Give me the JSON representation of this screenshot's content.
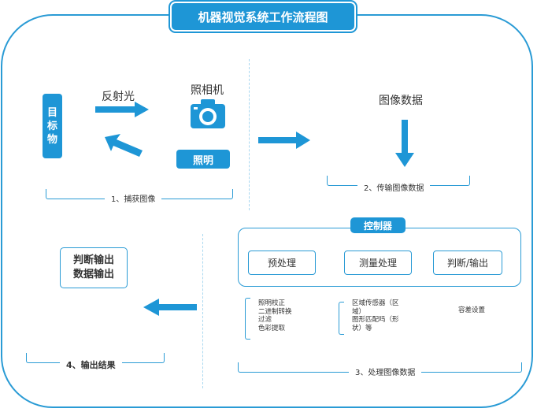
{
  "title": "机器视觉系统工作流程图",
  "stage1": {
    "object_chars": [
      "目",
      "标",
      "物"
    ],
    "reflected_light": "反射光",
    "camera": "照相机",
    "camera_icon": "camera-icon",
    "lighting": "照明",
    "label": "1、捕获图像"
  },
  "stage2": {
    "image_data": "图像数据",
    "label": "2、传输图像数据"
  },
  "stage3": {
    "controller": "控制器",
    "boxes": [
      "预处理",
      "测量处理",
      "判断/输出"
    ],
    "pre_items": [
      "照明校正",
      "二进制转换",
      "过滤",
      "色彩提取"
    ],
    "measure_items": [
      "区域传感器（区",
      "域）",
      "图形匹配吗（形",
      "状）等"
    ],
    "tolerance": "容差设置",
    "label": "3、处理图像数据"
  },
  "stage4": {
    "judge_lines": [
      "判断输出",
      "数据输出"
    ],
    "label": "4、输出结果"
  },
  "colors": {
    "accent": "#1e96d6",
    "line": "#2a9bd5",
    "dash": "#a9d8f0"
  }
}
